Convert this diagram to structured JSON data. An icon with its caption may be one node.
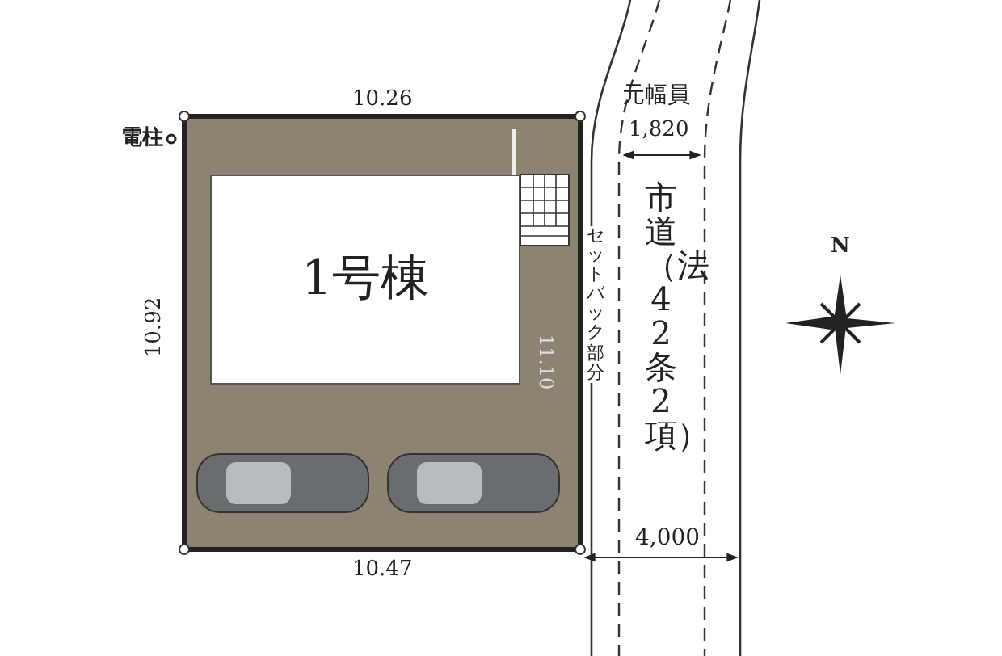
{
  "diagram": {
    "nodes": [
      {
        "text": [
          "1号棟"
        ]
      },
      {
        "text": [
          "市道（法42条2項）"
        ]
      }
    ],
    "labels": [
      "元幅員",
      "1,820",
      "10.26",
      "電柱",
      "10.92",
      "11.10",
      "セットバック部分",
      "N",
      "10.47",
      "4,000"
    ]
  }
}
